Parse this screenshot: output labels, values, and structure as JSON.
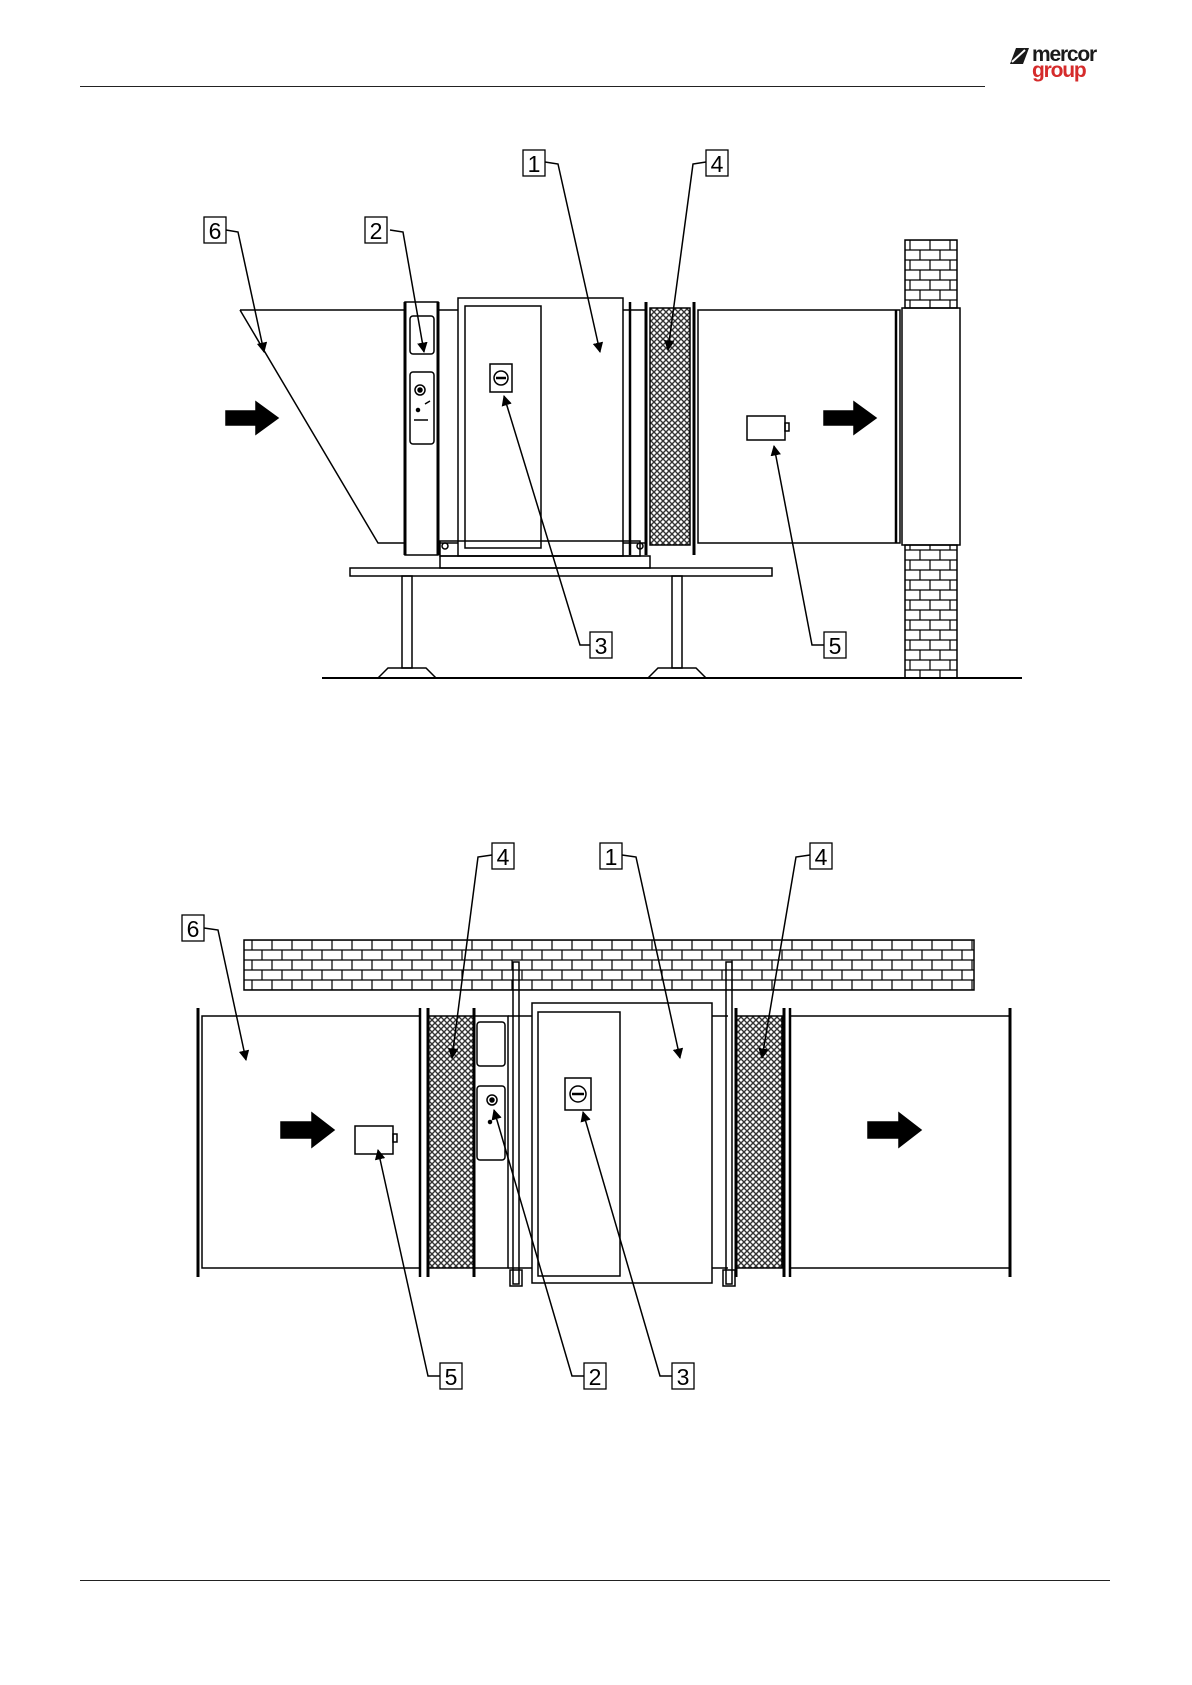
{
  "brand": {
    "word1": "mercor",
    "word2": "group",
    "color_dark": "#1a1a1a",
    "color_red": "#d52b2b"
  },
  "diagram_top": {
    "callouts": [
      "1",
      "2",
      "3",
      "4",
      "5",
      "6"
    ]
  },
  "diagram_bottom": {
    "callouts": [
      "1",
      "2",
      "3",
      "4",
      "4",
      "5",
      "6"
    ]
  },
  "colors": {
    "line": "#000000",
    "filter_mesh": "#333333"
  }
}
